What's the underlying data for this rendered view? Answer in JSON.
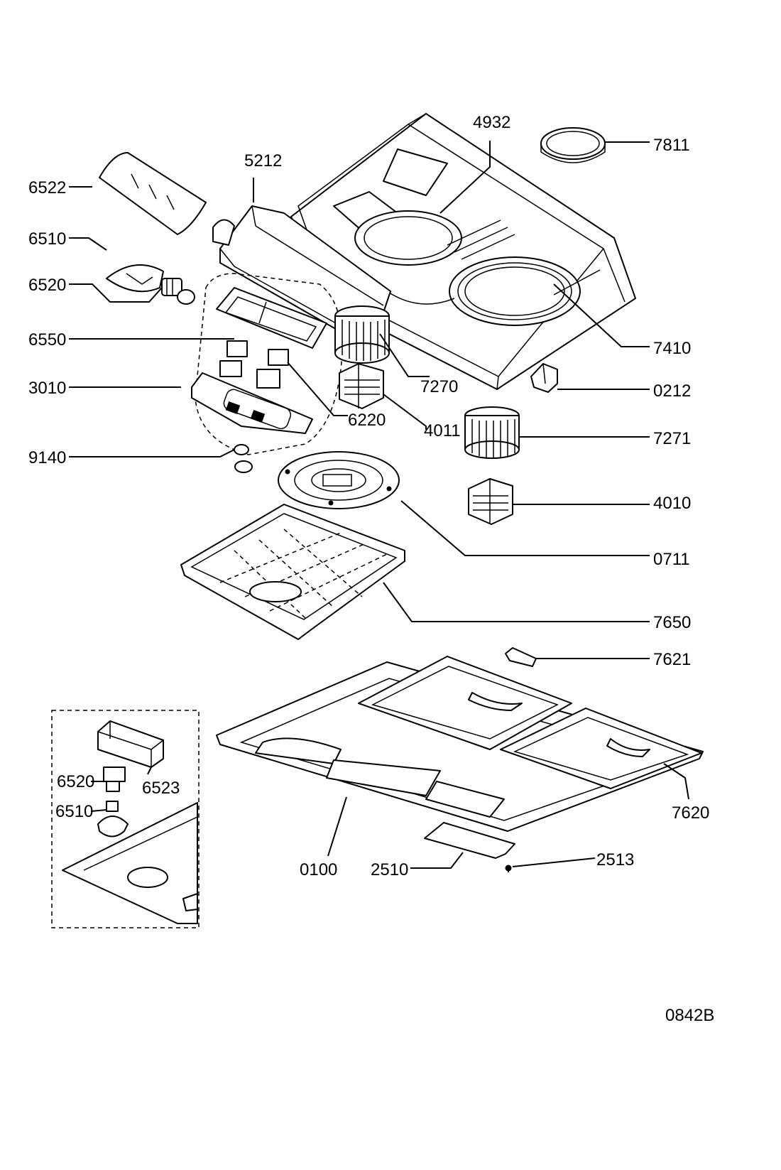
{
  "diagram": {
    "labels": {
      "p4932": "4932",
      "p7811": "7811",
      "p5212": "5212",
      "p6522": "6522",
      "p6510": "6510",
      "p6520": "6520",
      "p6550": "6550",
      "p3010": "3010",
      "p7270": "7270",
      "p7410": "7410",
      "p0212": "0212",
      "p6220": "6220",
      "p4011": "4011",
      "p7271": "7271",
      "p9140": "9140",
      "p4010": "4010",
      "p0711": "0711",
      "p7650": "7650",
      "p7621": "7621",
      "inset6520": "6520",
      "inset6523": "6523",
      "inset6510": "6510",
      "p7620": "7620",
      "p0100": "0100",
      "p2510": "2510",
      "p2513": "2513"
    },
    "drawing_code": "0842B"
  }
}
